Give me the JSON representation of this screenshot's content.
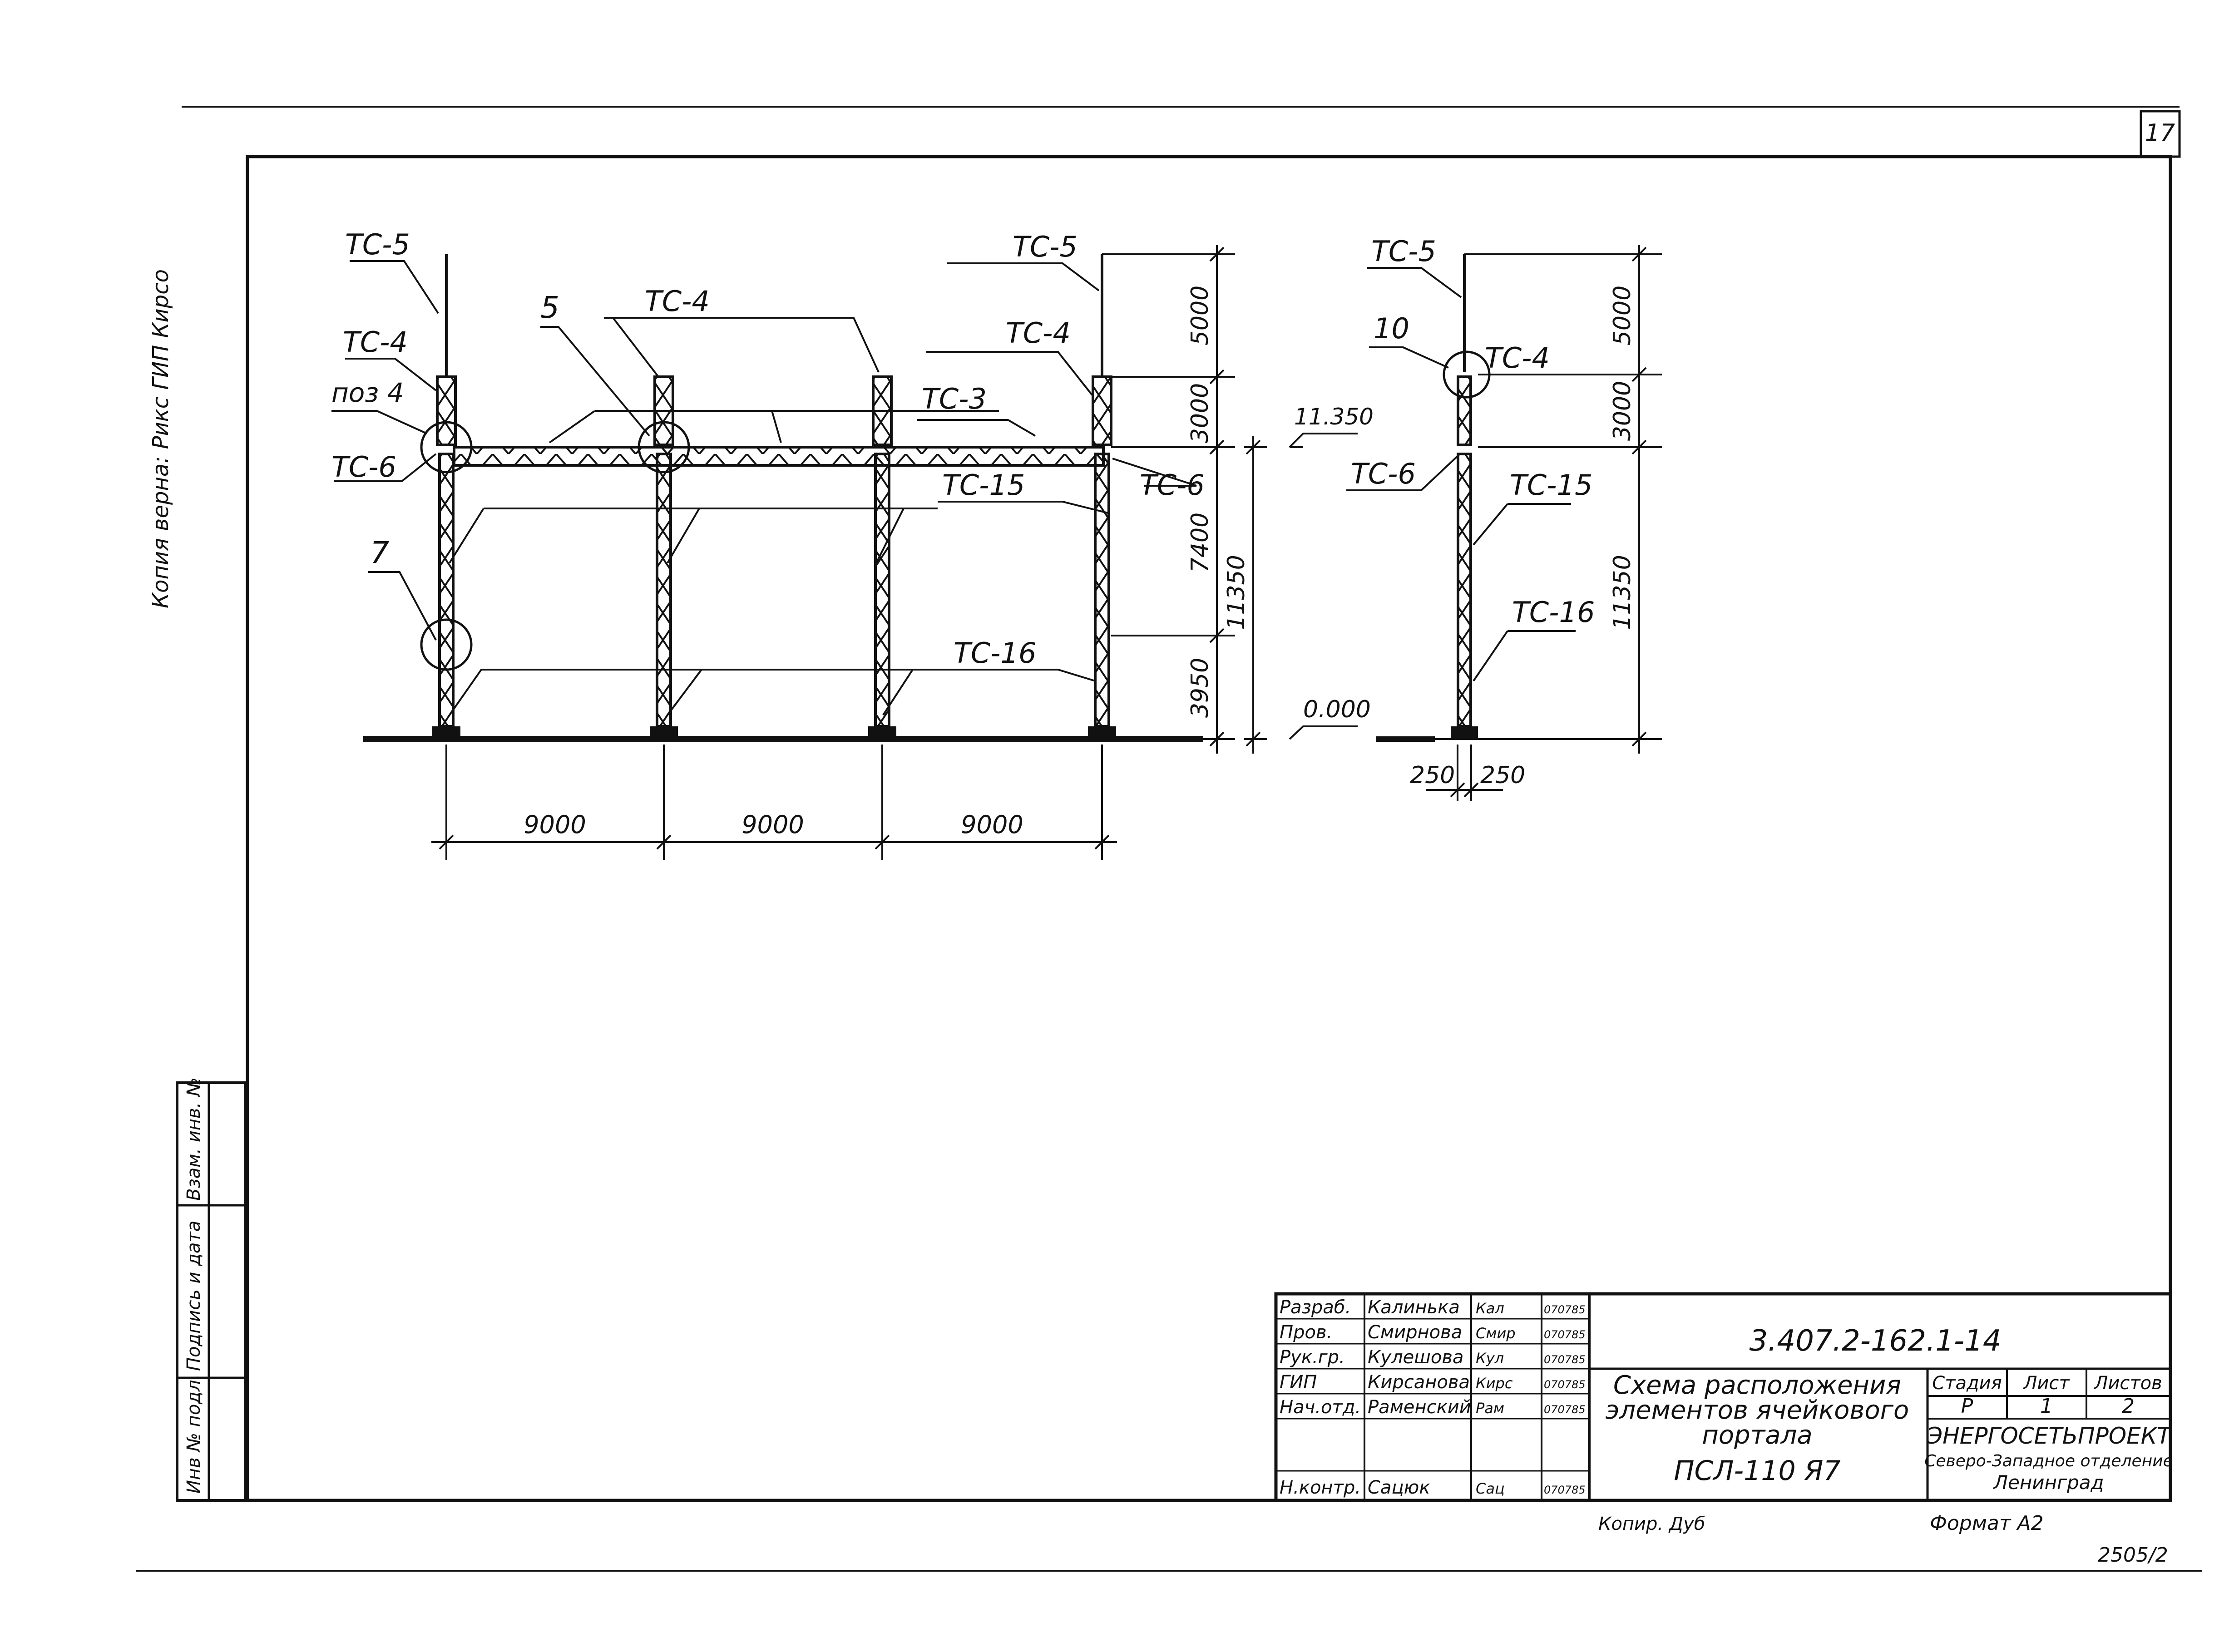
{
  "sheet": {
    "number": "17",
    "copy_note": "Копия верна: Рикс ГИП Кирсо",
    "bottom_code": "2505/2",
    "copied_by": "Копир. Дуб",
    "format": "Формат А2"
  },
  "left_strip": {
    "col1": "Инв № подл.",
    "col2": "Подпись и дата",
    "col3": "Взам. инв. №"
  },
  "front_view": {
    "labels": {
      "tc5_left": "ТС-5",
      "tc4_left": "ТС-4",
      "pos4": "поз 4",
      "tc6_left": "ТС-6",
      "n7": "7",
      "n5": "5",
      "tc4_top": "ТС-4",
      "tc3": "ТС-3",
      "tc5_right": "ТС-5",
      "tc4_right": "ТС-4",
      "tc6_right": "ТС-6",
      "tc15": "ТС-15",
      "tc16": "ТС-16"
    },
    "dims": {
      "d5000": "5000",
      "d3000": "3000",
      "d7400": "7400",
      "d3950": "3950",
      "d11350": "11350",
      "level_top": "11.350",
      "level_zero": "0.000",
      "span1": "9000",
      "span2": "9000",
      "span3": "9000"
    }
  },
  "side_view": {
    "labels": {
      "tc5": "ТС-5",
      "n10": "10",
      "tc4": "ТС-4",
      "tc6": "ТС-6",
      "tc15": "ТС-15",
      "tc16": "ТС-16"
    },
    "dims": {
      "d5000": "5000",
      "d3000": "3000",
      "d11350": "11350",
      "b250a": "250",
      "b250b": "250"
    }
  },
  "title_block": {
    "code": "3.407.2-162.1-14",
    "rows": [
      {
        "role": "Разраб.",
        "name": "Калинька",
        "sign": "Кал",
        "date": "070785"
      },
      {
        "role": "Пров.",
        "name": "Смирнова",
        "sign": "Смир",
        "date": "070785"
      },
      {
        "role": "Рук.гр.",
        "name": "Кулешова",
        "sign": "Кул",
        "date": "070785"
      },
      {
        "role": "ГИП",
        "name": "Кирсанова",
        "sign": "Кирс",
        "date": "070785"
      },
      {
        "role": "Нач.отд.",
        "name": "Раменский",
        "sign": "Рам",
        "date": "070785"
      },
      {
        "role": "",
        "name": "",
        "sign": "",
        "date": ""
      },
      {
        "role": "Н.контр.",
        "name": "Сацюк",
        "sign": "Сац",
        "date": "070785"
      }
    ],
    "description_lines": [
      "Схема расположения",
      "элементов ячейкового",
      "портала",
      "ПСЛ-110 Я7"
    ],
    "stage_header": "Стадия",
    "sheet_header": "Лист",
    "sheets_header": "Листов",
    "stage": "Р",
    "sheet": "1",
    "sheets": "2",
    "org_lines": [
      "ЭНЕРГОСЕТЬПРОЕКТ",
      "Северо-Западное отделение",
      "Ленинград"
    ]
  }
}
